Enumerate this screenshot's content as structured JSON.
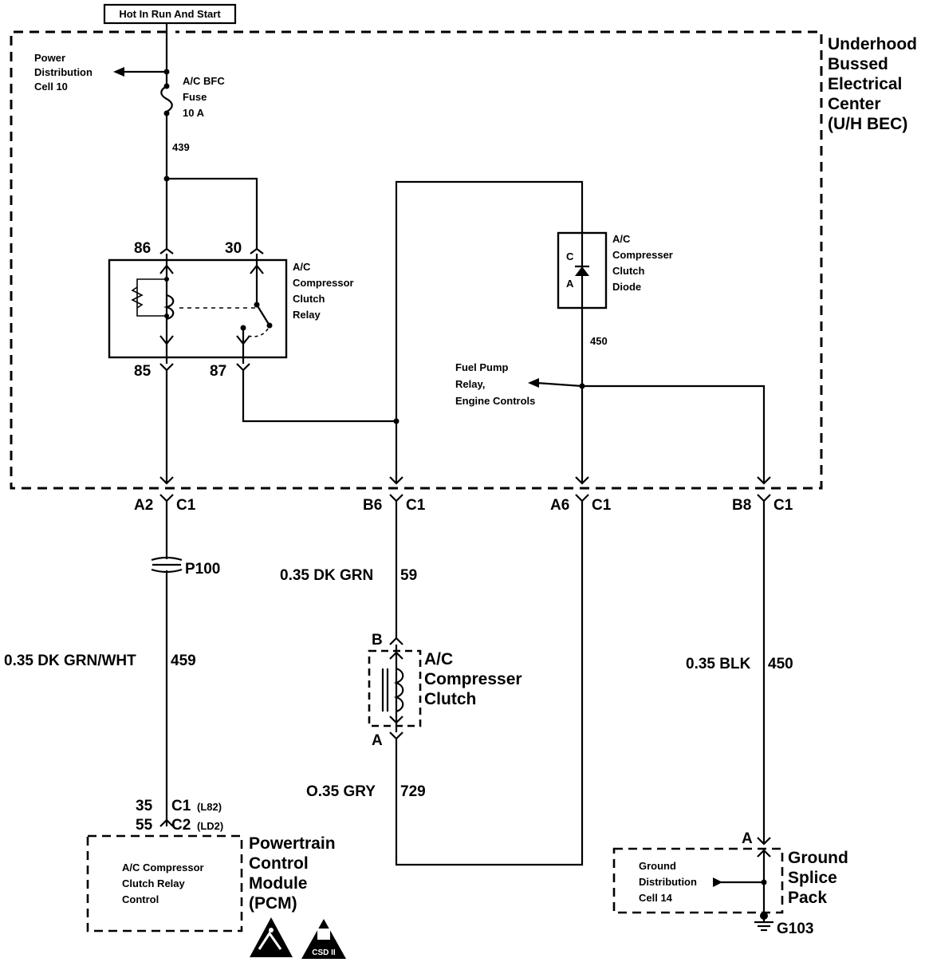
{
  "power_source": "Hot In Run And Start",
  "power_distribution": [
    "Power",
    "Distribution",
    "Cell 10"
  ],
  "fuse": [
    "A/C BFC",
    "Fuse",
    "10 A"
  ],
  "wire_439": "439",
  "uh_bec": [
    "Underhood",
    "Bussed",
    "Electrical",
    "Center",
    "(U/H BEC)"
  ],
  "relay": {
    "pins": {
      "p86": "86",
      "p30": "30",
      "p85": "85",
      "p87": "87"
    },
    "label": [
      "A/C",
      "Compressor",
      "Clutch",
      "Relay"
    ]
  },
  "diode": {
    "pin_c": "C",
    "pin_a": "A",
    "label": [
      "A/C",
      "Compresser",
      "Clutch",
      "Diode"
    ]
  },
  "wire_450_upper": "450",
  "fuel_pump": [
    "Fuel Pump",
    "Relay,",
    "Engine Controls"
  ],
  "connectors": {
    "a2": "A2",
    "b6": "B6",
    "a6": "A6",
    "b8": "B8",
    "c1_a": "C1",
    "c1_b": "C1",
    "c1_c": "C1",
    "c1_d": "C1"
  },
  "p100": "P100",
  "wires": {
    "dk_grn": "0.35 DK GRN",
    "dk_grn_num": "59",
    "dk_grn_wht": "0.35 DK GRN/WHT",
    "dk_grn_wht_num": "459",
    "blk": "0.35 BLK",
    "blk_num": "450",
    "gry": "O.35 GRY",
    "gry_num": "729"
  },
  "clutch": {
    "pin_b": "B",
    "pin_a": "A",
    "label": [
      "A/C",
      "Compresser",
      "Clutch"
    ]
  },
  "pcm": {
    "pin35": "35",
    "pin55": "55",
    "c1": "C1",
    "c1_opt": "(L82)",
    "c2": "C2",
    "c2_opt": "(LD2)",
    "internal": [
      "A/C Compressor",
      "Clutch Relay",
      "Control"
    ],
    "label": [
      "Powertrain",
      "Control",
      "Module",
      "(PCM)"
    ]
  },
  "ground_splice": {
    "pin_a": "A",
    "internal": [
      "Ground",
      "Distribution",
      "Cell 14"
    ],
    "label": [
      "Ground",
      "Splice",
      "Pack"
    ],
    "g103": "G103"
  },
  "esd_symbol_text": [
    "CSD II"
  ]
}
